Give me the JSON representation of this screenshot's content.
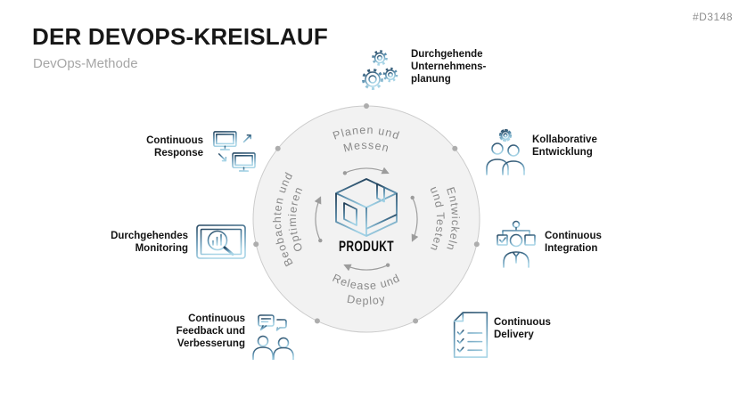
{
  "header": {
    "title": "DER DEVOPS-KREISLAUF",
    "subtitle": "DevOps-Methode",
    "tag": "#D3148"
  },
  "cycle": {
    "center_label": "PRODUKT",
    "phases": {
      "top": {
        "line1": "Planen und",
        "line2": "Messen"
      },
      "right": {
        "line1": "Entwickeln",
        "line2": "und Testen"
      },
      "bottom": {
        "line1": "Release und",
        "line2": "Deploy"
      },
      "left": {
        "line1": "Beobachten und",
        "line2": "Optimieren"
      }
    }
  },
  "items": {
    "planning": {
      "icon": "gears-icon",
      "lines": [
        "Durchgehende",
        "Unternehmens-",
        "planung"
      ]
    },
    "collaboration": {
      "icon": "people-gear-icon",
      "lines": [
        "Kollaborative",
        "Entwicklung"
      ]
    },
    "integration": {
      "icon": "person-orgchart-icon",
      "lines": [
        "Continuous",
        "Integration"
      ]
    },
    "delivery": {
      "icon": "checklist-icon",
      "lines": [
        "Continuous",
        "Delivery"
      ]
    },
    "feedback": {
      "icon": "people-chat-icon",
      "lines": [
        "Continuous",
        "Feedback und",
        "Verbesserung"
      ]
    },
    "monitoring": {
      "icon": "monitor-search-icon",
      "lines": [
        "Durchgehendes",
        "Monitoring"
      ]
    },
    "response": {
      "icon": "monitors-sync-icon",
      "lines": [
        "Continuous",
        "Response"
      ]
    }
  },
  "colors": {
    "accent_dark": "#274862",
    "accent_mid": "#5B8FAE",
    "accent_light": "#A7D4E6",
    "circle_fill": "#F2F2F2",
    "circle_stroke": "#CBCBCB",
    "muted_text": "#8A8A8A",
    "label_text": "#131313"
  }
}
